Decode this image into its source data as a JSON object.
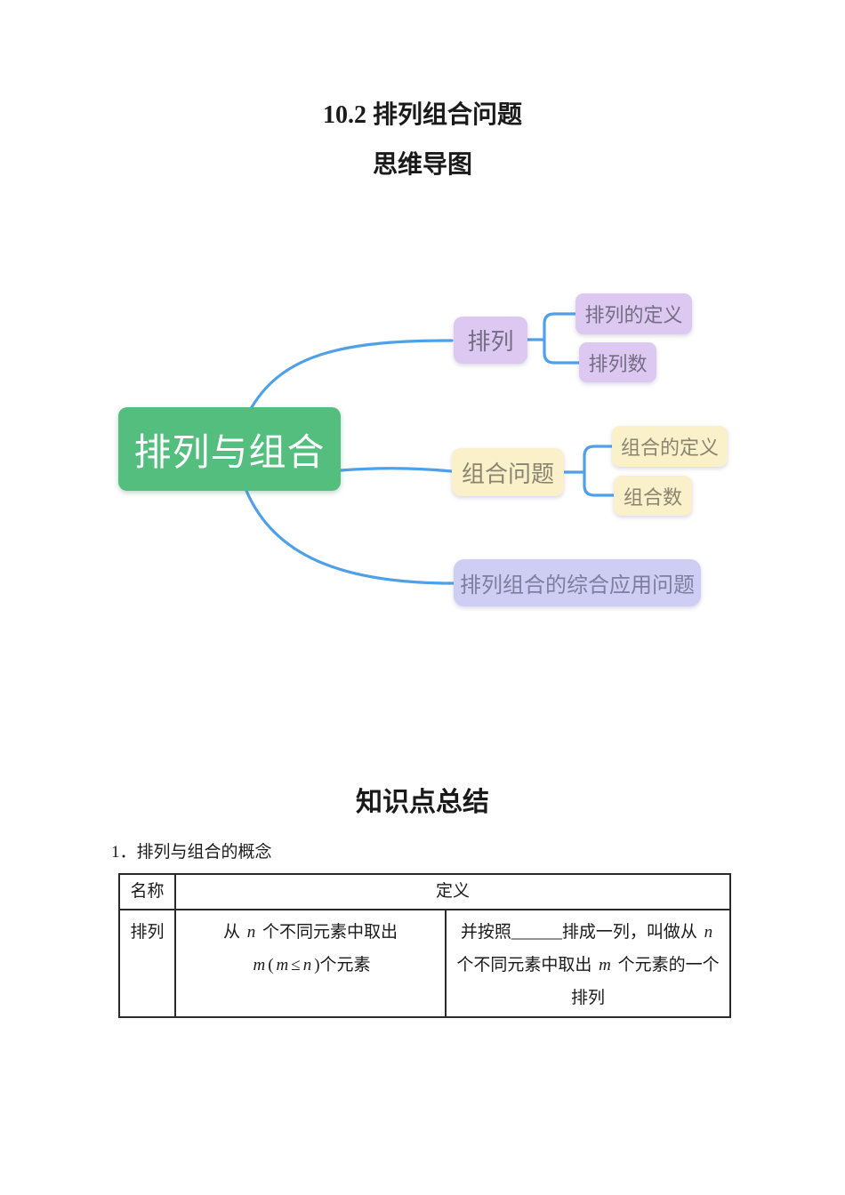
{
  "document": {
    "title": "10.2 排列组合问题",
    "subtitle": "思维导图"
  },
  "mindmap": {
    "root": {
      "label": "排列与组合"
    },
    "branches": [
      {
        "label": "排列",
        "children": [
          {
            "label": "排列的定义"
          },
          {
            "label": "排列数"
          }
        ]
      },
      {
        "label": "组合问题",
        "children": [
          {
            "label": "组合的定义"
          },
          {
            "label": "组合数"
          }
        ]
      },
      {
        "label": "排列组合的综合应用问题",
        "children": []
      }
    ],
    "colors": {
      "root_bg": "#54BE7E",
      "root_text": "#FFFFFF",
      "permutation_bg": "#DCC8F1",
      "permutation_text": "#746D84",
      "combination_bg": "#FAF0C9",
      "combination_text": "#8A8470",
      "application_bg": "#CECDF3",
      "application_text": "#7F7EA0",
      "connector_line": "#4FA0E8"
    }
  },
  "summary": {
    "heading": "知识点总结",
    "item1": "1．排列与组合的概念",
    "table": {
      "headers": [
        "名称",
        "定义"
      ],
      "rows": [
        {
          "name": "排列",
          "definition_part1": "从 n 个不同元素中取出 m(m≤n)个元素",
          "definition_part2": "并按照______排成一列，叫做从 n 个不同元素中取出 m 个元素的一个排列"
        }
      ]
    }
  }
}
